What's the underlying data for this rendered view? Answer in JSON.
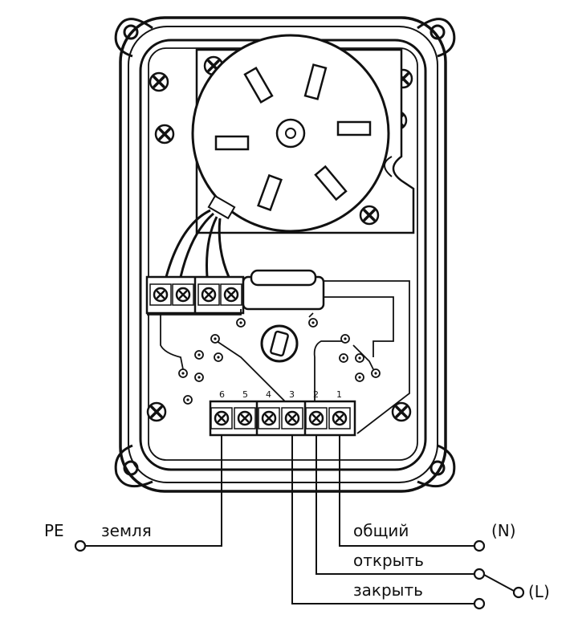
{
  "diagram": {
    "terminal_numbers": [
      "6",
      "5",
      "4",
      "3",
      "2",
      "1"
    ],
    "labels": {
      "pe": "PE",
      "earth": "земля",
      "common": "общий",
      "neutral": "(N)",
      "open": "открыть",
      "close": "закрыть",
      "live": "(L)"
    }
  }
}
